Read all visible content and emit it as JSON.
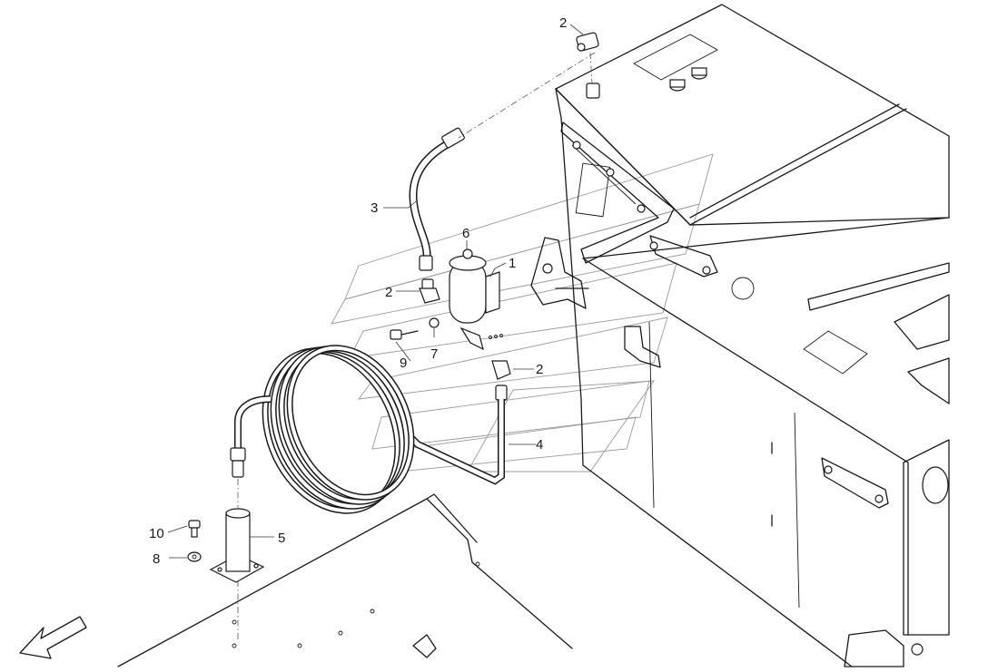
{
  "diagram": {
    "callouts": [
      {
        "id": "callout-1",
        "text": "1"
      },
      {
        "id": "callout-2-top",
        "text": "2"
      },
      {
        "id": "callout-2-left",
        "text": "2"
      },
      {
        "id": "callout-2-right",
        "text": "2"
      },
      {
        "id": "callout-3",
        "text": "3"
      },
      {
        "id": "callout-4",
        "text": "4"
      },
      {
        "id": "callout-5",
        "text": "5"
      },
      {
        "id": "callout-6",
        "text": "6"
      },
      {
        "id": "callout-7",
        "text": "7"
      },
      {
        "id": "callout-8",
        "text": "8"
      },
      {
        "id": "callout-9",
        "text": "9"
      },
      {
        "id": "callout-10",
        "text": "10"
      }
    ]
  }
}
